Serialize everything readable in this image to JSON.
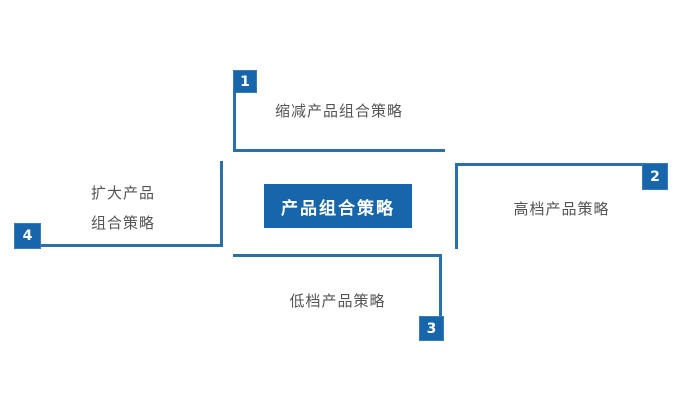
{
  "diagram": {
    "title_center": "产品组合策略",
    "nodes": [
      {
        "number": "1",
        "label": "缩减产品组合策略",
        "position": "top"
      },
      {
        "number": "2",
        "label": "高档产品策略",
        "position": "right"
      },
      {
        "number": "3",
        "label": "低档产品策略",
        "position": "bottom"
      },
      {
        "number": "4",
        "label_line1": "扩大产品",
        "label_line2": "组合策略",
        "position": "left"
      }
    ],
    "colors": {
      "node_fill_blue": "#1766ab",
      "connector_blue": "#2b6fa8",
      "label_text_gray": "#545454",
      "badge_text_white": "#ffffff",
      "background": "#ffffff"
    }
  }
}
